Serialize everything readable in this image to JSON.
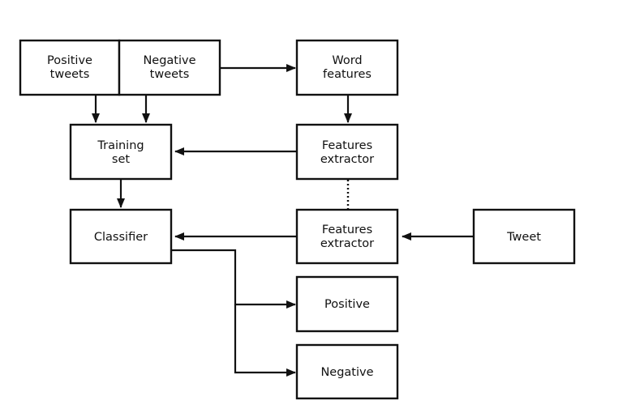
{
  "diagram": {
    "nodes": {
      "positive_tweets": [
        "Positive",
        "tweets"
      ],
      "negative_tweets": [
        "Negative",
        "tweets"
      ],
      "word_features": [
        "Word",
        "features"
      ],
      "training_set": [
        "Training",
        "set"
      ],
      "features_extractor_top": [
        "Features",
        "extractor"
      ],
      "classifier": [
        "Classifier"
      ],
      "features_extractor_bottom": [
        "Features",
        "extractor"
      ],
      "tweet": [
        "Tweet"
      ],
      "positive": [
        "Positive"
      ],
      "negative": [
        "Negative"
      ]
    },
    "edges": [
      {
        "from": "positive_tweets",
        "to": "training_set",
        "style": "solid"
      },
      {
        "from": "negative_tweets",
        "to": "training_set",
        "style": "solid"
      },
      {
        "from": "negative_tweets",
        "to": "word_features",
        "style": "solid"
      },
      {
        "from": "word_features",
        "to": "features_extractor_top",
        "style": "solid"
      },
      {
        "from": "features_extractor_top",
        "to": "training_set",
        "style": "solid"
      },
      {
        "from": "training_set",
        "to": "classifier",
        "style": "solid"
      },
      {
        "from": "features_extractor_top",
        "to": "features_extractor_bottom",
        "style": "dotted"
      },
      {
        "from": "tweet",
        "to": "features_extractor_bottom",
        "style": "solid"
      },
      {
        "from": "features_extractor_bottom",
        "to": "classifier",
        "style": "solid"
      },
      {
        "from": "classifier",
        "to": "positive",
        "style": "solid"
      },
      {
        "from": "classifier",
        "to": "negative",
        "style": "solid"
      }
    ]
  }
}
